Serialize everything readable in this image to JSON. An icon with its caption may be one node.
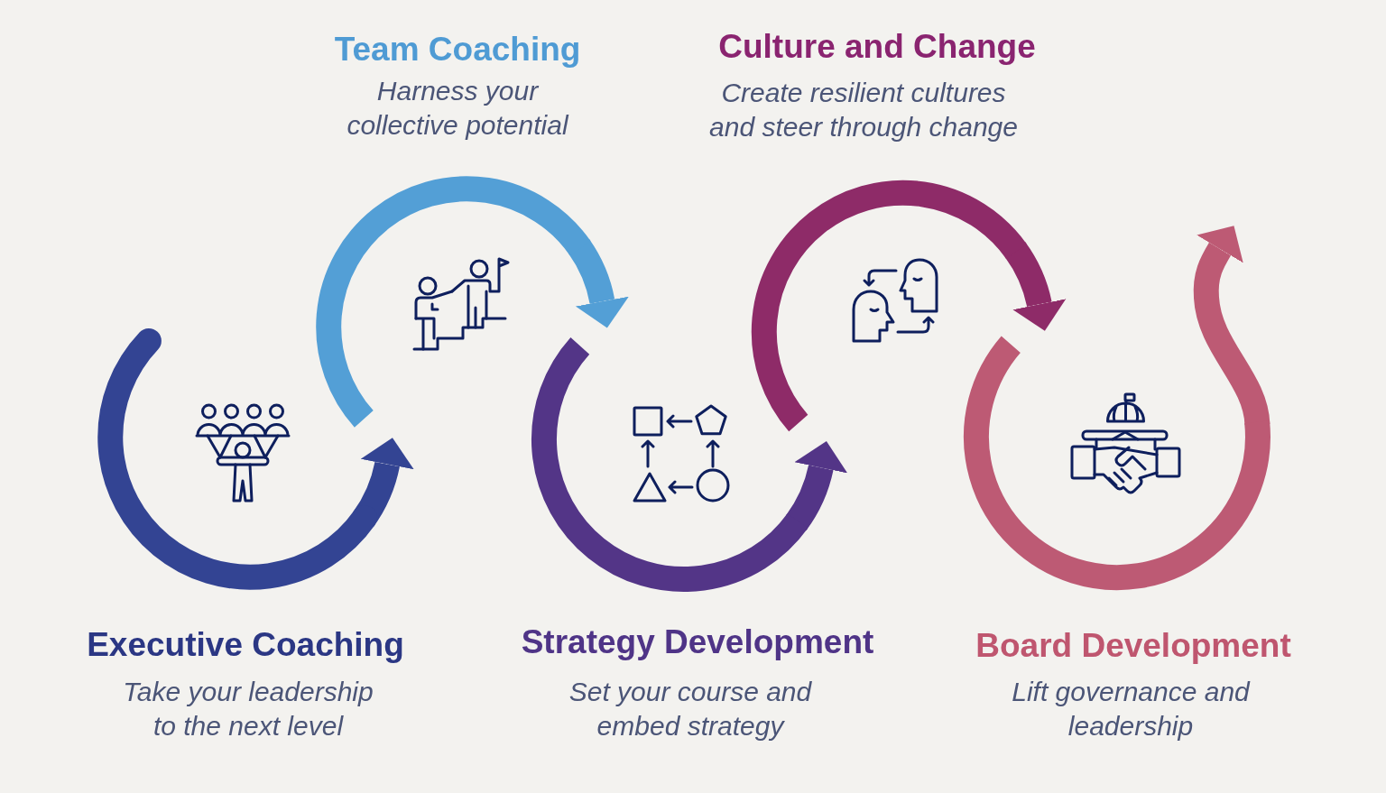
{
  "diagram": {
    "nodes": [
      {
        "text": [
          "Executive Coaching",
          "Take your leadership to the next level"
        ]
      },
      {
        "text": [
          "Team Coaching",
          "Harness your collective potential"
        ]
      },
      {
        "text": [
          "Strategy Development",
          "Set your course and embed strategy"
        ]
      },
      {
        "text": [
          "Culture and Change",
          "Create resilient cultures and steer through change"
        ]
      },
      {
        "text": [
          "Board Development",
          "Lift governance and leadership"
        ]
      }
    ],
    "edges": [
      {
        "from": 0,
        "to": 1,
        "arrow": "to",
        "color": "#334493"
      },
      {
        "from": 1,
        "to": 2,
        "arrow": "to",
        "color": "#539fd6"
      },
      {
        "from": 2,
        "to": 3,
        "arrow": "to",
        "color": "#533587"
      },
      {
        "from": 3,
        "to": 4,
        "arrow": "to",
        "color": "#8e2b68"
      },
      {
        "from": 4,
        "to": null,
        "arrow": "to",
        "color": "#bd5a74"
      }
    ]
  }
}
